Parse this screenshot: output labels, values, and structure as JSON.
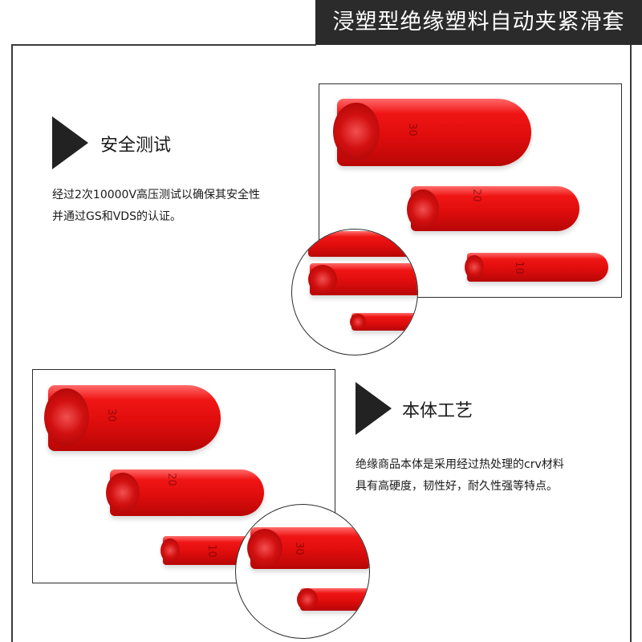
{
  "header": {
    "title": "浸塑型绝缘塑料自动夹紧滑套"
  },
  "section1": {
    "heading": "安全测试",
    "desc_lines": [
      "经过2次10000V高压测试以确保其安全性",
      "并通过GS和VDS的认证。"
    ],
    "tube_labels": [
      "30",
      "20",
      "10"
    ]
  },
  "section2": {
    "heading": "本体工艺",
    "desc_lines": [
      "绝缘商品本体是采用经过热处理的crv材料",
      "具有高硬度，韧性好，耐久性强等特点。"
    ],
    "tube_labels": [
      "30",
      "20",
      "10"
    ]
  },
  "colors": {
    "title_bg": "#2b2b2b",
    "sleeve_red": "#e00d0d",
    "text": "#1a1a1a"
  },
  "icons": [
    "triangle-arrow-icon",
    "triangle-arrow-icon"
  ]
}
